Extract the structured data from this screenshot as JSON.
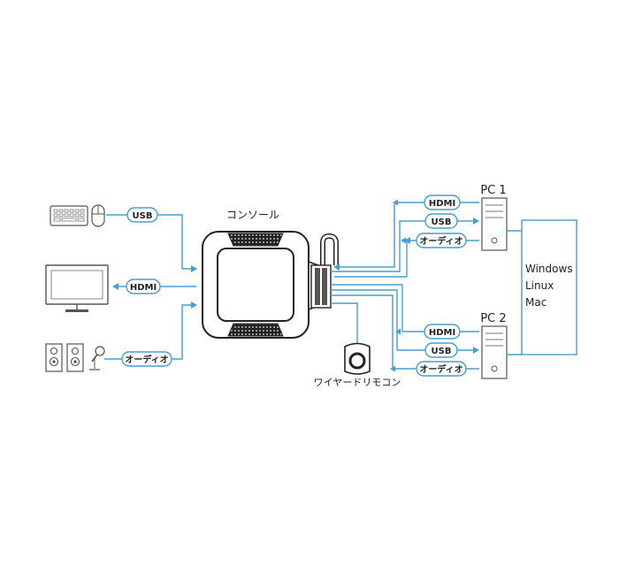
{
  "labels": {
    "console": "コンソール",
    "remote": "ワイヤードリモコン",
    "pc1": "PC 1",
    "pc2": "PC 2",
    "os": [
      "Windows",
      "Linux",
      "Mac"
    ]
  },
  "pills": {
    "usb_left": "USB",
    "hdmi_left": "HDMI",
    "audio_left": "オーディオ",
    "pc1_hdmi": "HDMI",
    "pc1_usb": "USB",
    "pc1_audio": "オーディオ",
    "pc2_hdmi": "HDMI",
    "pc2_usb": "USB",
    "pc2_audio": "オーディオ"
  },
  "colors": {
    "cable": "#4a9ec9",
    "device_stroke": "#333333",
    "pill_stroke": "#4a9ec9"
  },
  "icons": [
    "keyboard-icon",
    "mouse-icon",
    "monitor-icon",
    "speaker-icon",
    "microphone-icon",
    "kvm-switch-icon",
    "remote-button-icon",
    "pc-tower-icon"
  ]
}
